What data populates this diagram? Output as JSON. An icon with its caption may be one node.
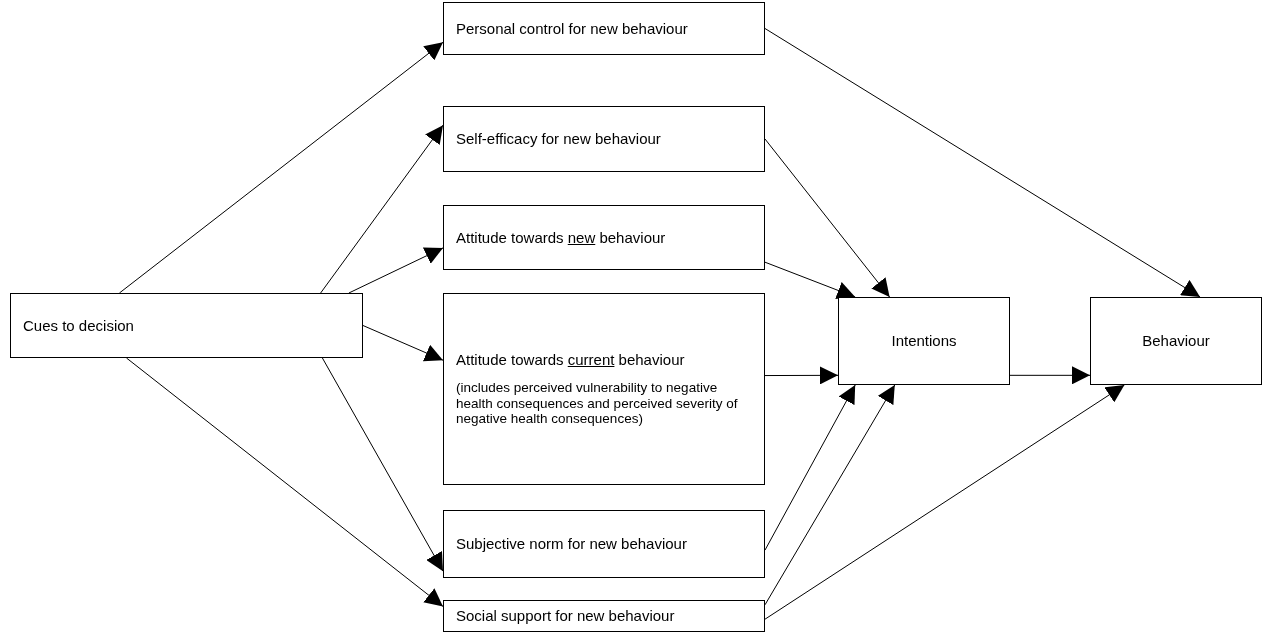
{
  "diagram": {
    "nodes": [
      {
        "text": [
          "Cues to decision"
        ]
      },
      {
        "text": [
          "Personal control for new behaviour"
        ]
      },
      {
        "text": [
          "Self-efficacy for new behaviour"
        ]
      },
      {
        "text": [
          "Attitude towards *new* behaviour"
        ]
      },
      {
        "text": [
          "Attitude towards *current* behaviour",
          "(includes perceived vulnerability to negative health consequences and perceived severity of negative health consequences)"
        ]
      },
      {
        "text": [
          "Subjective norm for new behaviour"
        ]
      },
      {
        "text": [
          "Social support for new behaviour"
        ]
      },
      {
        "text": [
          "Intentions"
        ]
      },
      {
        "text": [
          "Behaviour"
        ]
      }
    ],
    "edges": [
      {
        "from": 0,
        "to": 1,
        "arrow": "to"
      },
      {
        "from": 0,
        "to": 2,
        "arrow": "to"
      },
      {
        "from": 0,
        "to": 3,
        "arrow": "to"
      },
      {
        "from": 0,
        "to": 4,
        "arrow": "to"
      },
      {
        "from": 0,
        "to": 5,
        "arrow": "to"
      },
      {
        "from": 0,
        "to": 6,
        "arrow": "to"
      },
      {
        "from": 1,
        "to": 8,
        "arrow": "to"
      },
      {
        "from": 2,
        "to": 7,
        "arrow": "to"
      },
      {
        "from": 3,
        "to": 7,
        "arrow": "to"
      },
      {
        "from": 4,
        "to": 7,
        "arrow": "to"
      },
      {
        "from": 7,
        "to": 8,
        "arrow": "to"
      },
      {
        "from": 5,
        "to": 7,
        "arrow": "to"
      },
      {
        "from": 6,
        "to": 7,
        "arrow": "to"
      },
      {
        "from": 6,
        "to": 8,
        "arrow": "to"
      }
    ]
  }
}
